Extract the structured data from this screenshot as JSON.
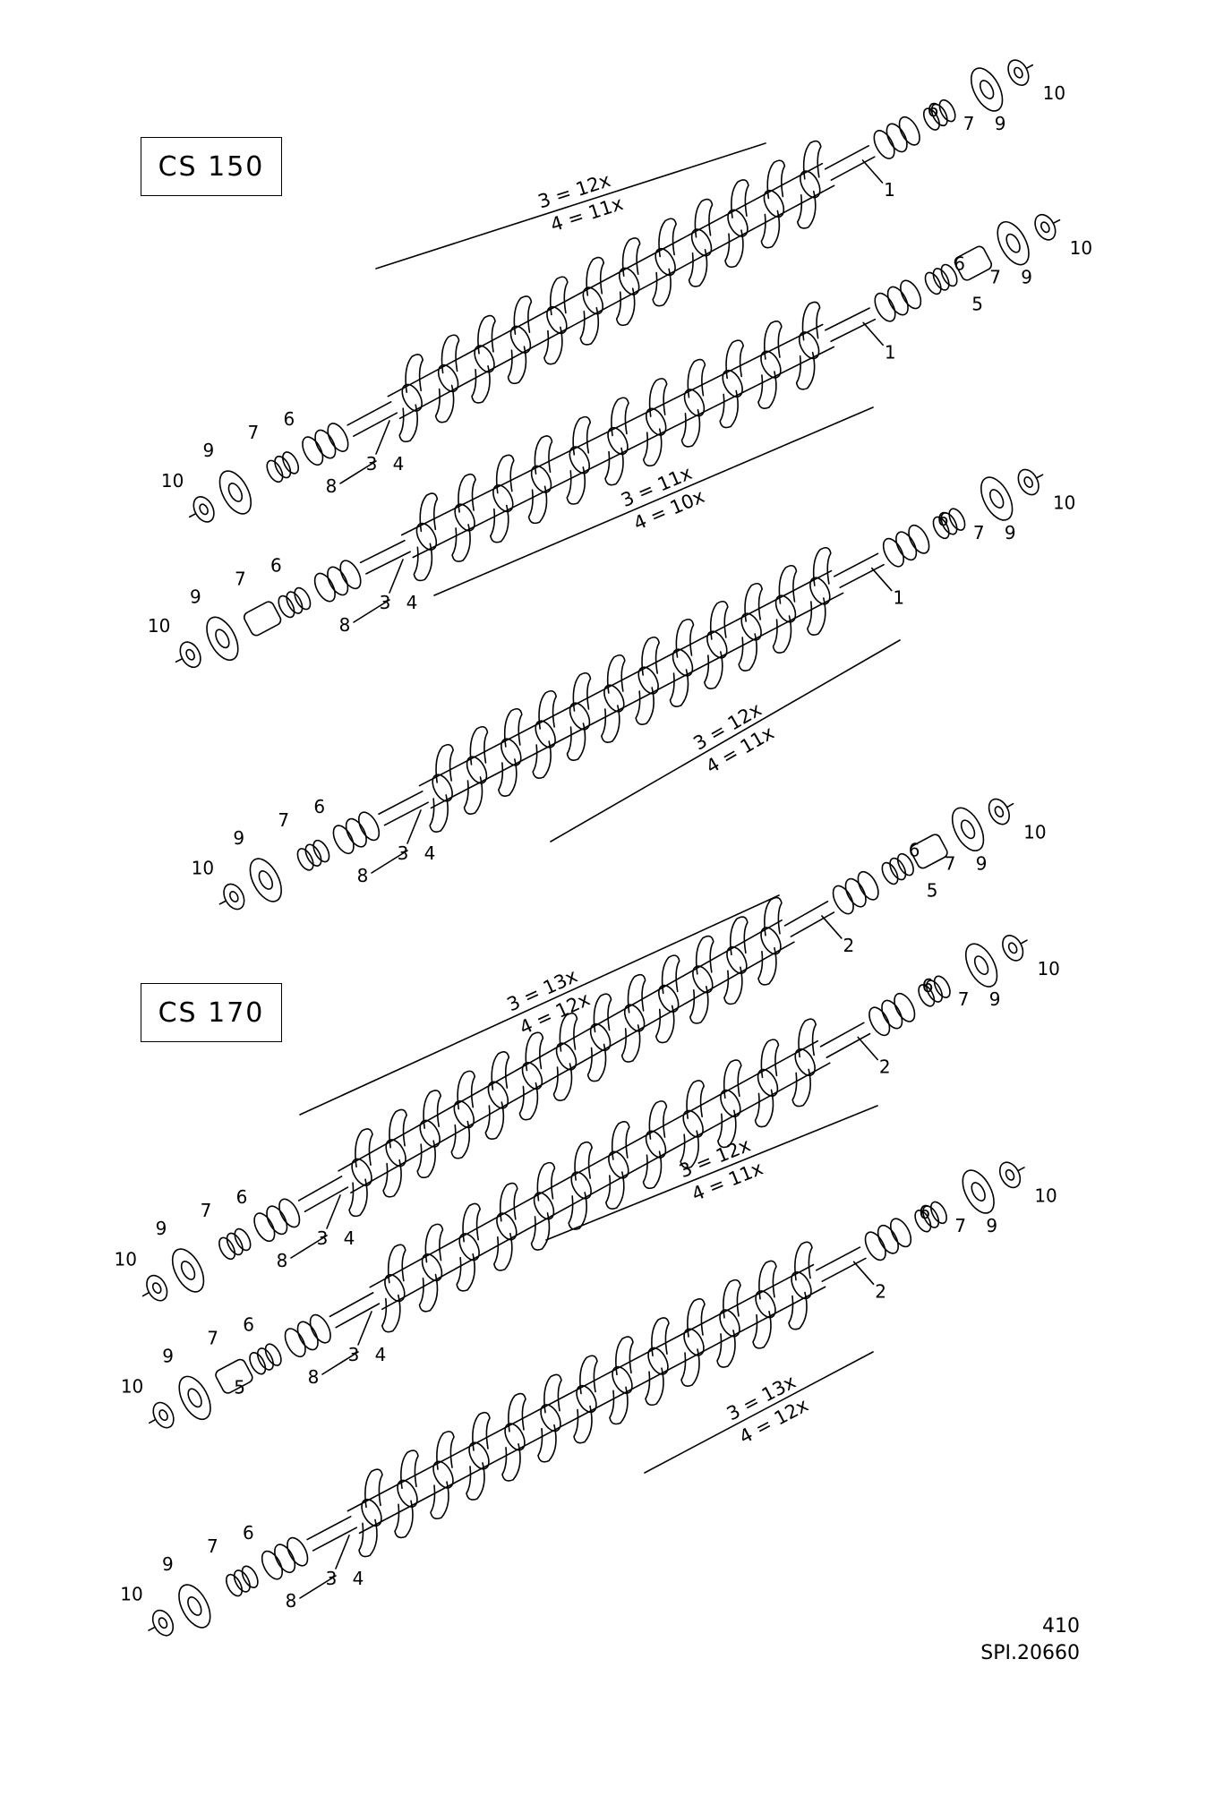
{
  "models": [
    {
      "id": "cs150",
      "label": "CS 150"
    },
    {
      "id": "cs170",
      "label": "CS 170"
    }
  ],
  "shafts": [
    {
      "id": "cs150-a",
      "q3": "3 = 12x",
      "q4": "4 = 11x",
      "shaft_part": "1"
    },
    {
      "id": "cs150-b",
      "q3": "3 = 11x",
      "q4": "4 = 10x",
      "shaft_part": "1"
    },
    {
      "id": "cs150-c",
      "q3": "3 = 12x",
      "q4": "4 = 11x",
      "shaft_part": "1"
    },
    {
      "id": "cs170-a",
      "q3": "3 = 13x",
      "q4": "4 = 12x",
      "shaft_part": "2"
    },
    {
      "id": "cs170-b",
      "q3": "3 = 12x",
      "q4": "4 = 11x",
      "shaft_part": "2"
    },
    {
      "id": "cs170-c",
      "q3": "3 = 13x",
      "q4": "4 = 12x",
      "shaft_part": "2"
    }
  ],
  "part_numbers": [
    "1",
    "2",
    "3",
    "4",
    "5",
    "6",
    "7",
    "8",
    "9",
    "10"
  ],
  "footer": {
    "page": "410",
    "ref": "SPI.20660"
  }
}
